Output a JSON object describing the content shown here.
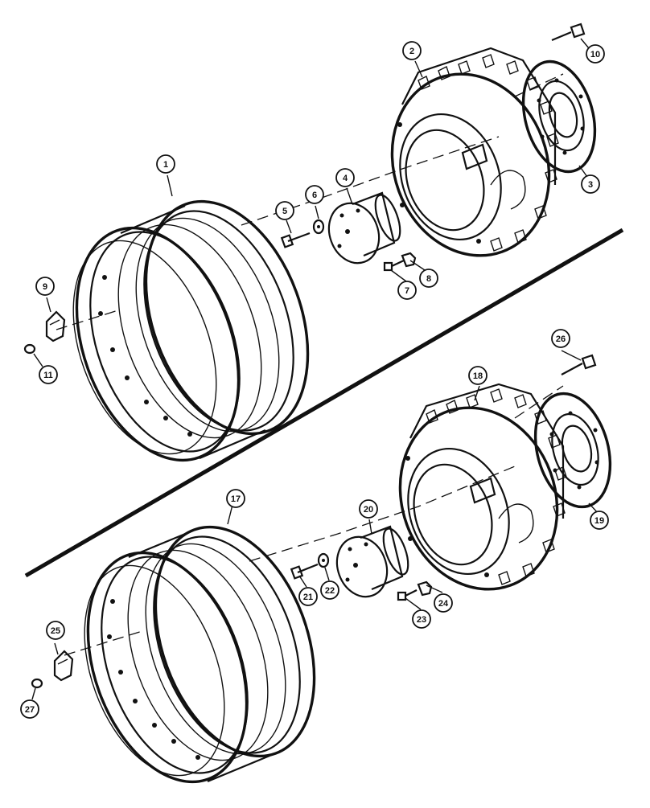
{
  "callouts": {
    "c1": "1",
    "c2": "2",
    "c3": "3",
    "c4": "4",
    "c5": "5",
    "c6": "6",
    "c7": "7",
    "c8": "8",
    "c9": "9",
    "c10": "10",
    "c11": "11",
    "c17": "17",
    "c18": "18",
    "c19": "19",
    "c20": "20",
    "c21": "21",
    "c22": "22",
    "c23": "23",
    "c24": "24",
    "c25": "25",
    "c26": "26",
    "c27": "27"
  }
}
